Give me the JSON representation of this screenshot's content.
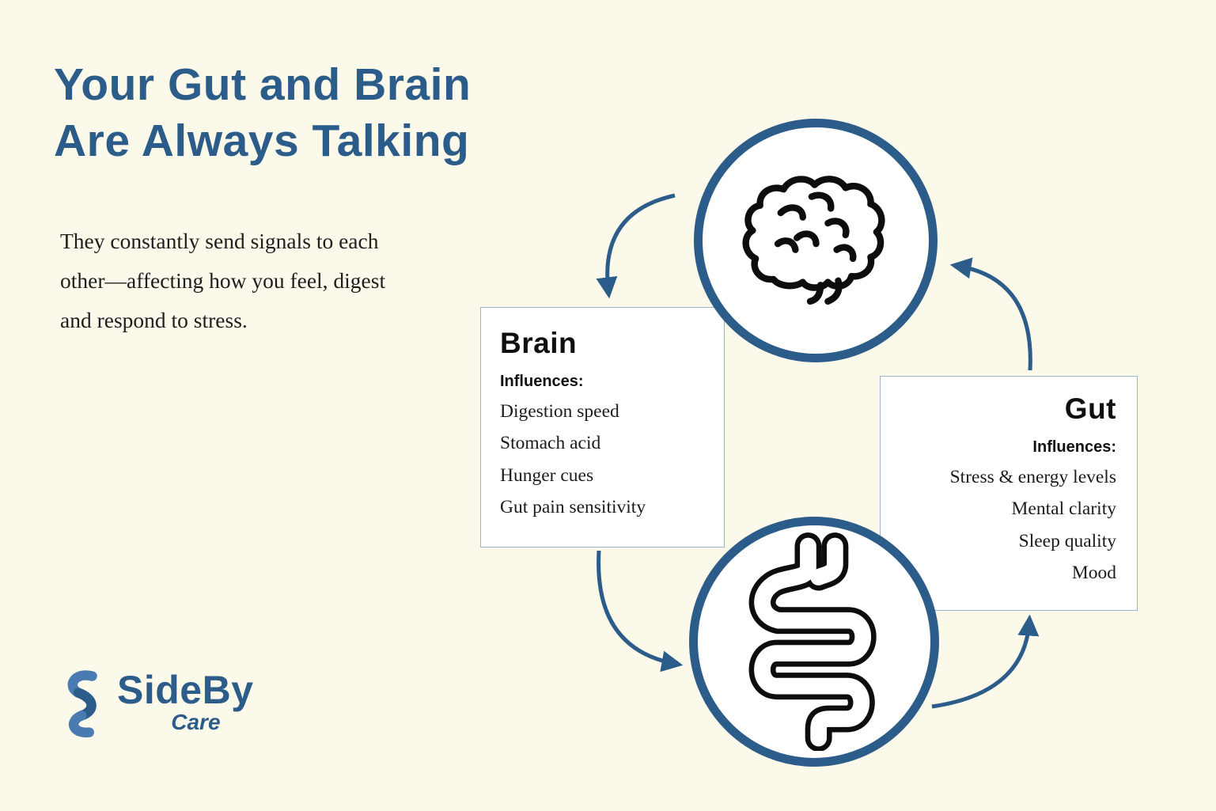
{
  "colors": {
    "background": "#FBF9E9",
    "accent_blue": "#2C5D8A",
    "logo_light_blue": "#4A7BB0",
    "card_border": "#9FB3CB",
    "icon_black": "#0d0d0d"
  },
  "title": {
    "line1": "Your Gut and Brain",
    "line2": "Are Always Talking"
  },
  "intro": "They constantly send signals to each other—affecting how you feel, digest and respond to stress.",
  "brain_card": {
    "title": "Brain",
    "influences_label": "Influences:",
    "items": [
      "Digestion speed",
      "Stomach acid",
      "Hunger cues",
      "Gut pain sensitivity"
    ]
  },
  "gut_card": {
    "title": "Gut",
    "influences_label": "Influences:",
    "items": [
      "Stress & energy levels",
      "Mental clarity",
      "Sleep quality",
      "Mood"
    ]
  },
  "icons": {
    "brain": "brain-icon",
    "gut": "intestine-icon",
    "logo_mark": "s-ribbon-icon"
  },
  "logo": {
    "brand": "SideBy",
    "sub": "Care"
  }
}
